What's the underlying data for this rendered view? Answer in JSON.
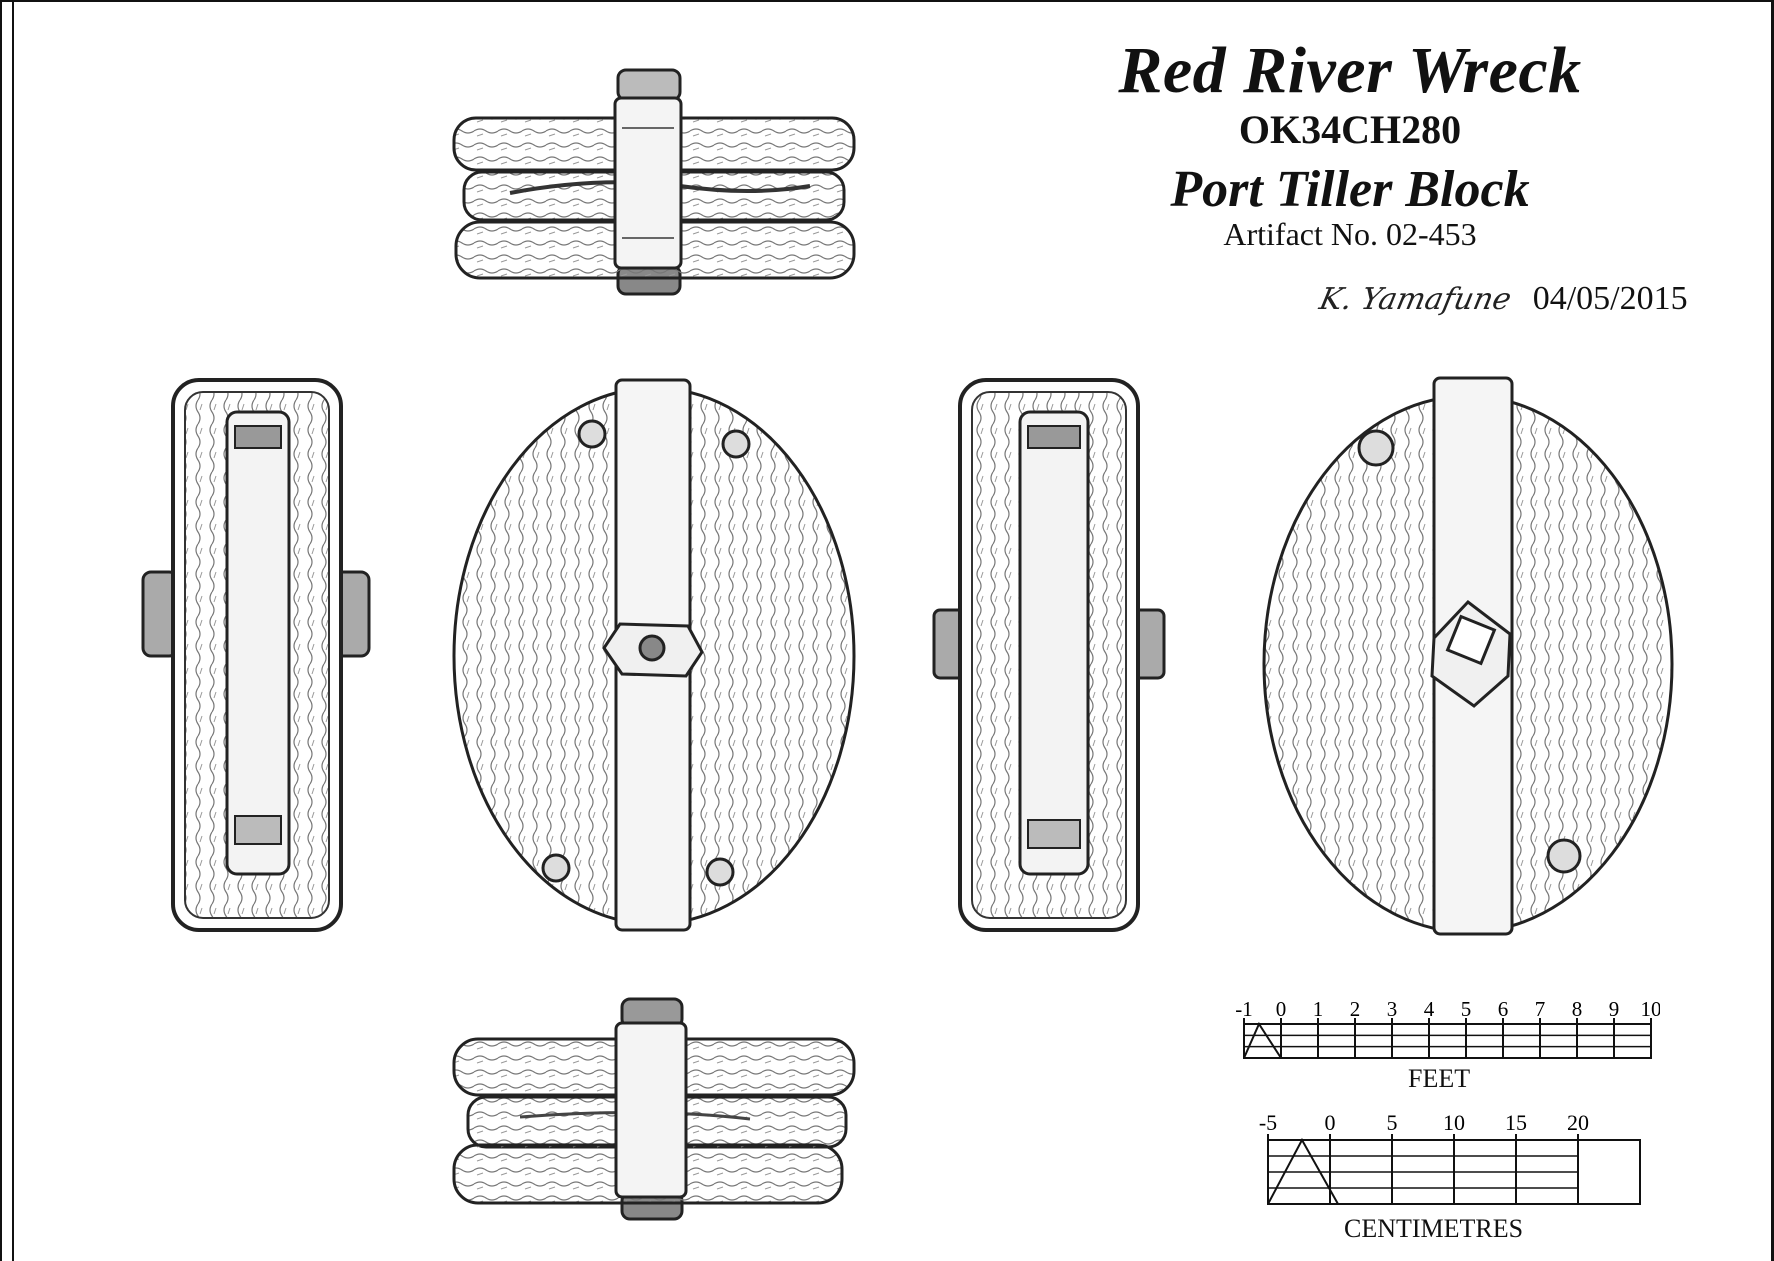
{
  "title_block": {
    "title": "Red River Wreck",
    "site_number": "OK34CH280",
    "artifact_name": "Port Tiller Block",
    "artifact_number": "Artifact No. 02-453",
    "signature": "K. Yamafune",
    "date": "04/05/2015"
  },
  "views": [
    {
      "name": "top-view"
    },
    {
      "name": "side-view-left"
    },
    {
      "name": "face-view-front"
    },
    {
      "name": "side-view-right"
    },
    {
      "name": "face-view-back"
    },
    {
      "name": "bottom-view"
    }
  ],
  "scale_feet": {
    "label": "FEET",
    "ticks": [
      "-1",
      "0",
      "1",
      "2",
      "3",
      "4",
      "5",
      "6",
      "7",
      "8",
      "9",
      "10"
    ]
  },
  "scale_cm": {
    "label": "CENTIMETRES",
    "ticks": [
      "-5",
      "0",
      "5",
      "10",
      "15",
      "20"
    ]
  }
}
